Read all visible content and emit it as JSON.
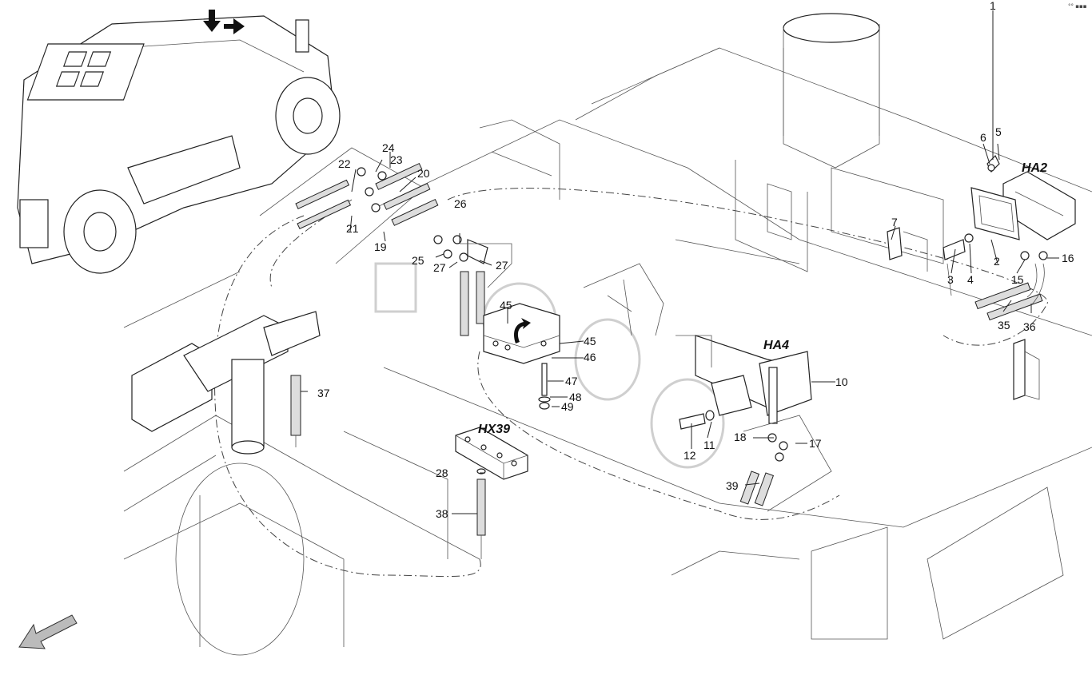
{
  "corner_mark": "°° ▪▪▪",
  "groups": {
    "ha2": "HA2",
    "ha4": "HA4",
    "hx39": "HX39"
  },
  "callouts": [
    "1",
    "2",
    "3",
    "4",
    "5",
    "6",
    "7",
    "10",
    "11",
    "12",
    "15",
    "16",
    "17",
    "18",
    "19",
    "20",
    "21",
    "22",
    "23",
    "24",
    "25",
    "26",
    "27",
    "27",
    "28",
    "35",
    "36",
    "37",
    "38",
    "39",
    "45",
    "45",
    "46",
    "47",
    "48",
    "49"
  ],
  "icons": {
    "direction_arrow": "view-direction-arrow-icon",
    "down_arrow": "location-down-arrow-icon",
    "right_arrow": "location-right-arrow-icon",
    "rotate_arrow": "rotate-arrow-icon"
  }
}
